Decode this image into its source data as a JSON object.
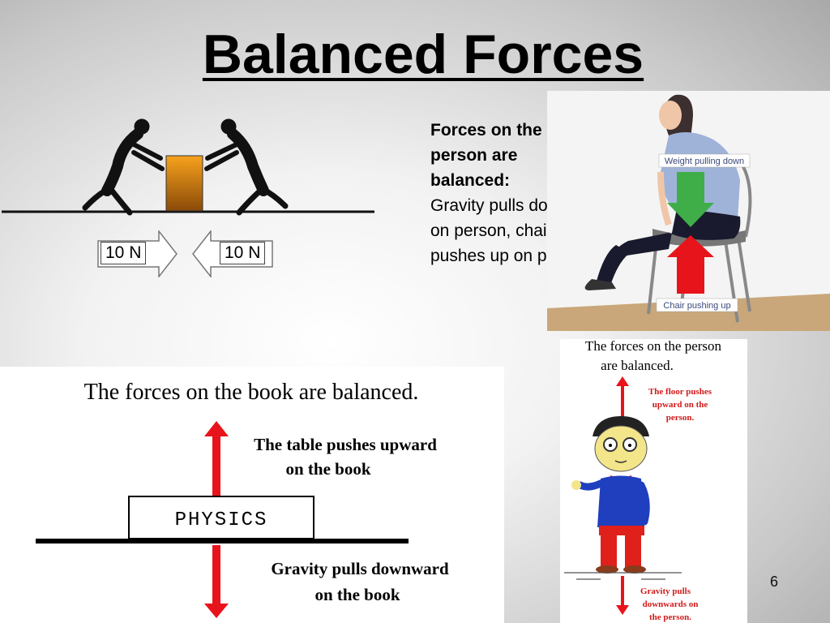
{
  "slide": {
    "title": "Balanced Forces",
    "page_number": "6"
  },
  "push_diagram": {
    "left_force": "10 N",
    "right_force": "10 N"
  },
  "sidebar_text": {
    "heading": "Forces on the person are balanced:",
    "body": "Gravity pulls down on person, chair pushes up on person"
  },
  "chair_image": {
    "weight_label": "Weight pulling down",
    "chair_label": "Chair pushing up"
  },
  "book_image": {
    "heading": "The forces on the book are balanced.",
    "up_label_line1": "The table pushes upward",
    "up_label_line2": "on the book",
    "book_label": "PHYSICS",
    "down_label_line1": "Gravity pulls downward",
    "down_label_line2": "on the book"
  },
  "cartoon_image": {
    "heading_line1": "The forces on the person",
    "heading_line2": "are balanced.",
    "up_label_line1": "The floor pushes",
    "up_label_line2": "upward on the",
    "up_label_line3": "person.",
    "down_label_line1": "Gravity pulls",
    "down_label_line2": "downwards on",
    "down_label_line3": "the person."
  },
  "colors": {
    "arrow_red": "#e8141b",
    "arrow_green": "#3fae49",
    "box_orange": "#f39a1a",
    "shirt_blue": "#1f3fbf",
    "pants_red": "#e0201b"
  }
}
